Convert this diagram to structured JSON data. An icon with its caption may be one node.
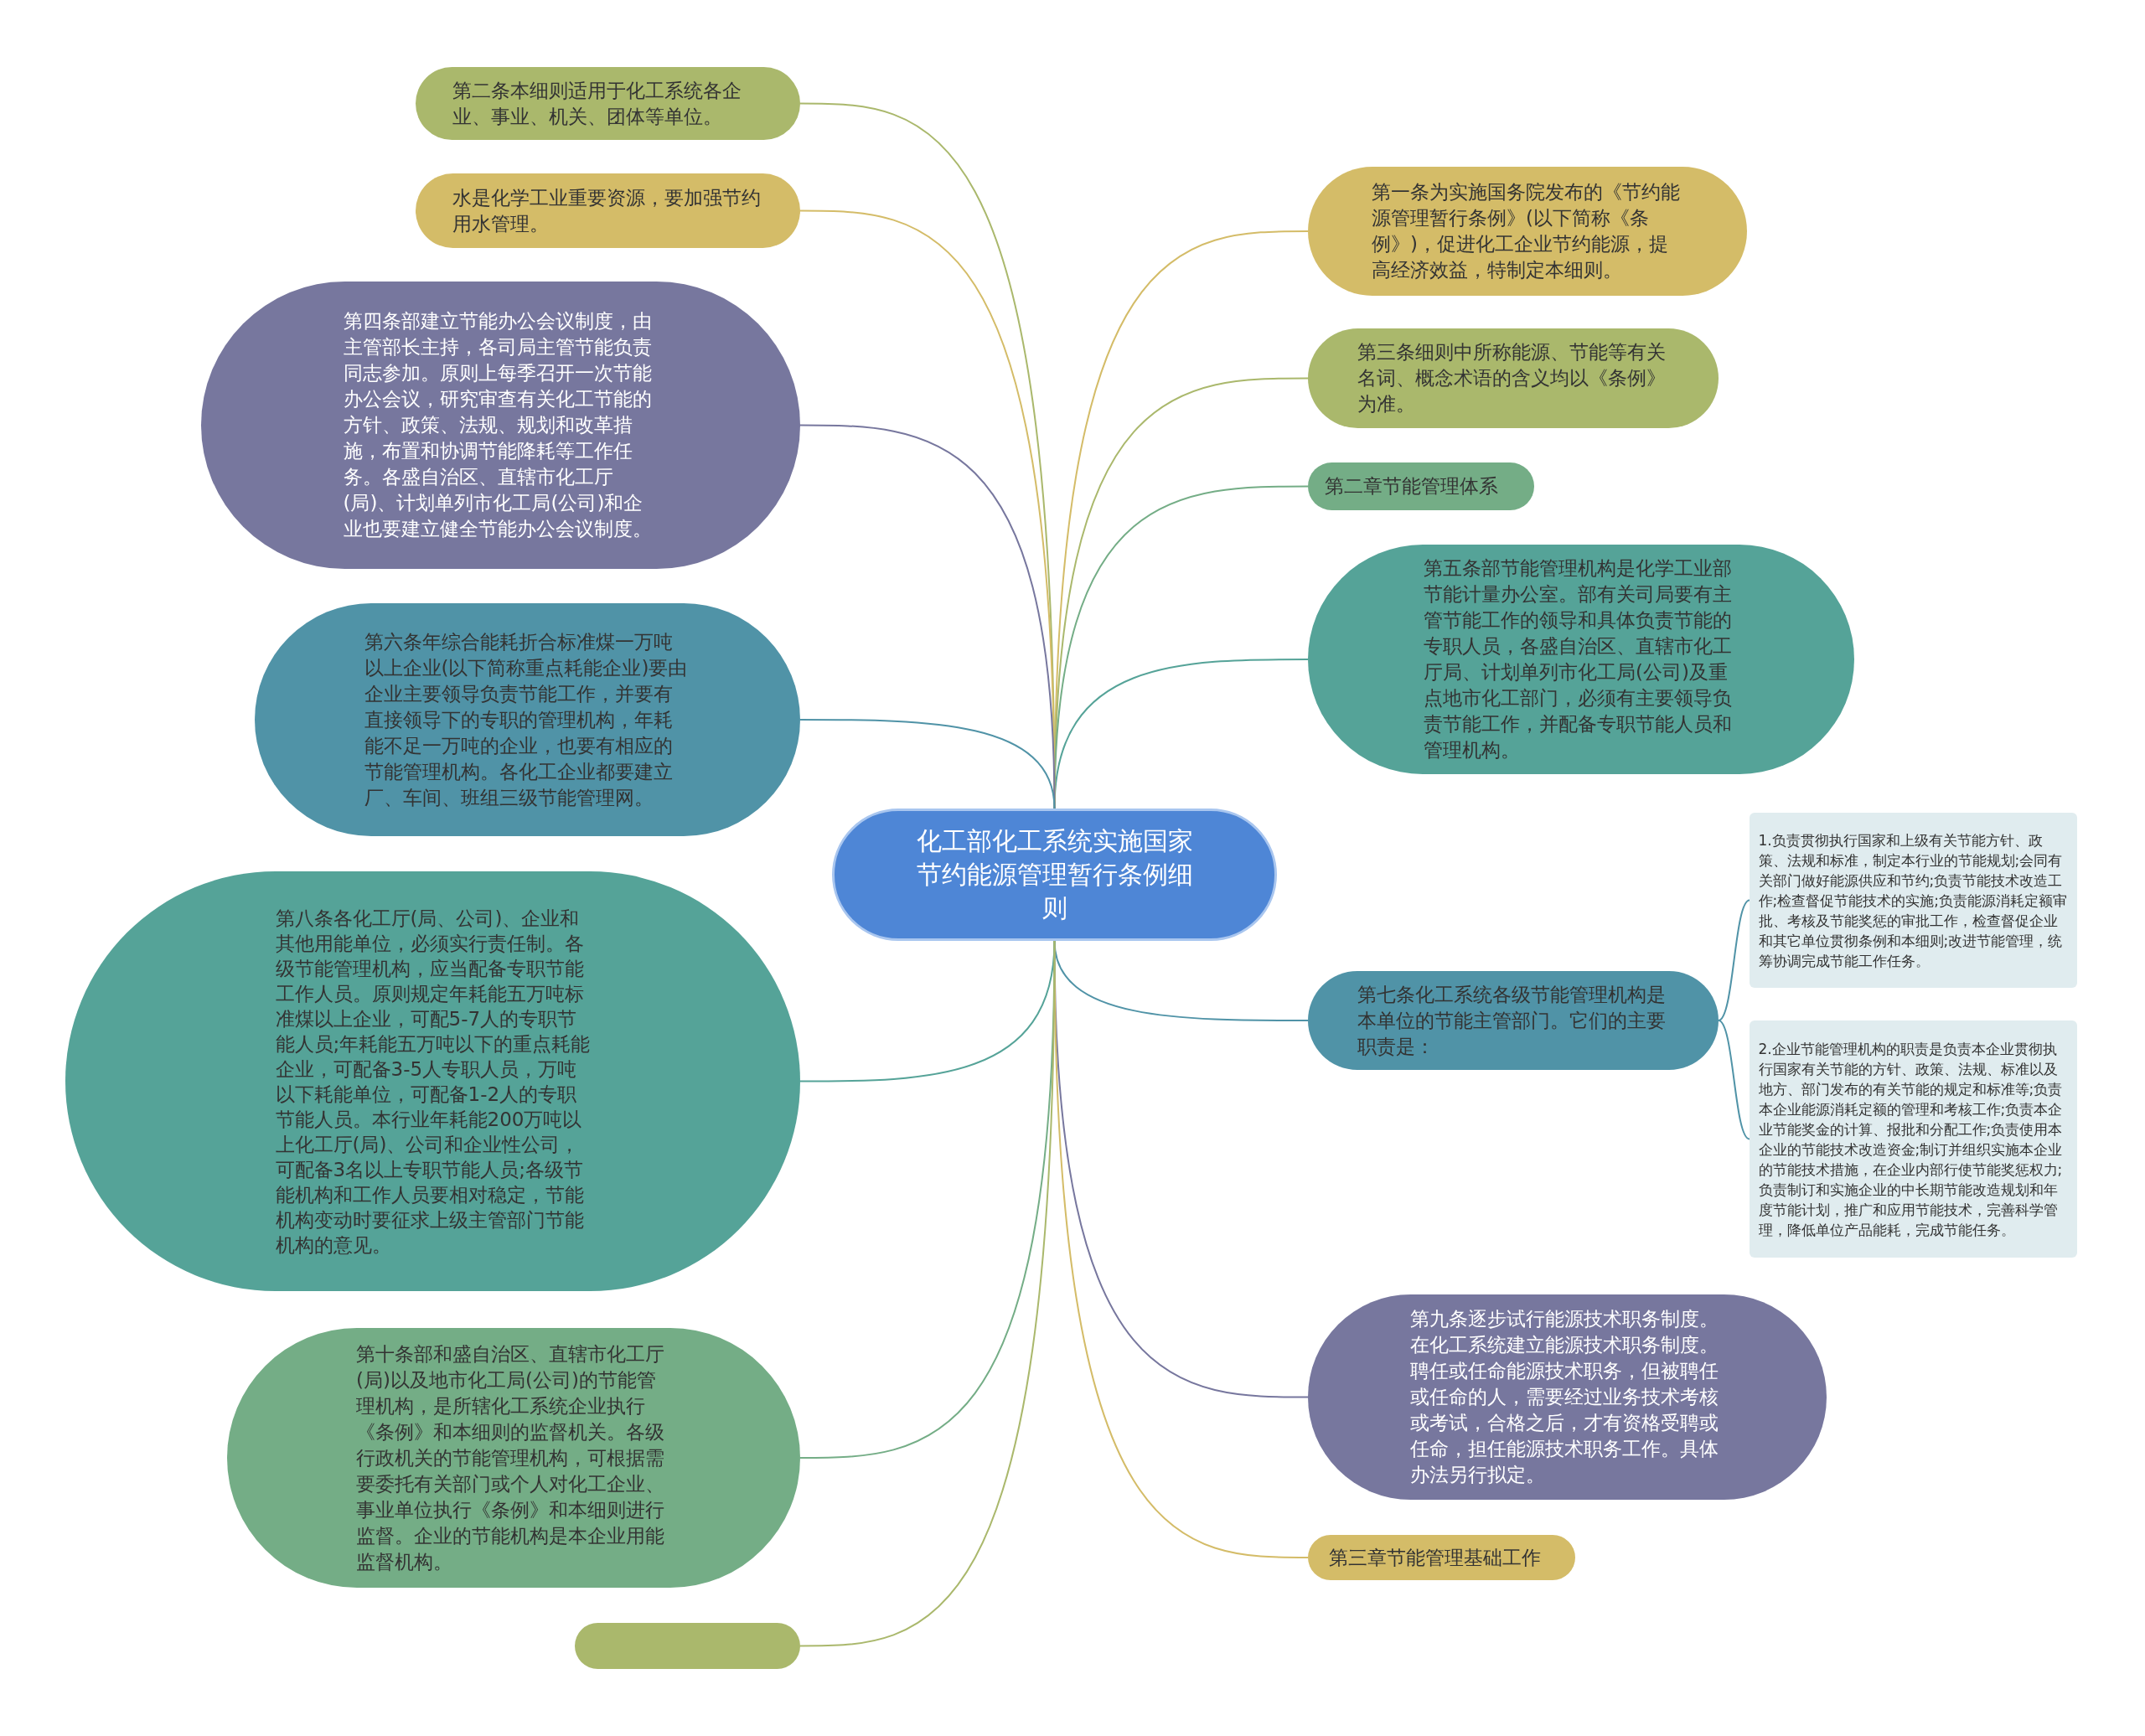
{
  "diagram": {
    "nodes": [
      {
        "text": [
          "化工部化工系统实施国家节约能源管理暂行条例细则"
        ]
      },
      {
        "text": [
          "第一条为实施国务院发布的《节约能源管理暂行条例》(以下简称《条例》)，促进化工企业节约能源，提高经济效益，特制定本细则。"
        ]
      },
      {
        "text": [
          "第三条细则中所称能源、节能等有关名词、概念术语的含义均以《条例》为准。"
        ]
      },
      {
        "text": [
          "第二章节能管理体系"
        ]
      },
      {
        "text": [
          "第五条部节能管理机构是化学工业部节能计量办公室。部有关司局要有主管节能工作的领导和具体负责节能的专职人员，各盛自治区、直辖市化工厅局、计划单列市化工局(公司)及重点地市化工部门，必须有主要领导负责节能工作，并配备专职节能人员和管理机构。"
        ]
      },
      {
        "text": [
          "第七条化工系统各级节能管理机构是本单位的节能主管部门。它们的主要职责是："
        ]
      },
      {
        "text": [
          "1.负责贯彻执行国家和上级有关节能方针、政策、法规和标准，制定本行业的节能规划;会同有关部门做好能源供应和节约;负责节能技术改造工作;检查督促节能技术的实施;负责能源消耗定额审批、考核及节能奖惩的审批工作，检查督促企业和其它单位贯彻条例和本细则;改进节能管理，统筹协调完成节能工作任务。"
        ]
      },
      {
        "text": [
          "2.企业节能管理机构的职责是负责本企业贯彻执行国家有关节能的方针、政策、法规、标准以及地方、部门发布的有关节能的规定和标准等;负责本企业能源消耗定额的管理和考核工作;负责本企业节能奖金的计算、报批和分配工作;负责使用本企业的节能技术改造资金;制订并组织实施本企业的节能技术措施，在企业内部行使节能奖惩权力;负责制订和实施企业的中长期节能改造规划和年度节能计划，推广和应用节能技术，完善科学管理，降低单位产品能耗，完成节能任务。"
        ]
      },
      {
        "text": [
          "第九条逐步试行能源技术职务制度。在化工系统建立能源技术职务制度。聘任或任命能源技术职务，但被聘任或任命的人，需要经过业务技术考核或考试，合格之后，才有资格受聘或任命，担任能源技术职务工作。具体办法另行拟定。"
        ]
      },
      {
        "text": [
          "第三章节能管理基础工作"
        ]
      },
      {
        "text": [
          "第二条本细则适用于化工系统各企业、事业、机关、团体等单位。"
        ]
      },
      {
        "text": [
          "水是化学工业重要资源，要加强节约用水管理。"
        ]
      },
      {
        "text": [
          "第四条部建立节能办公会议制度，由主管部长主持，各司局主管节能负责同志参加。原则上每季召开一次节能办公会议，研究审查有关化工节能的方针、政策、法规、规划和改革措施，布置和协调节能降耗等工作任务。各盛自治区、直辖市化工厅(局)、计划单列市化工局(公司)和企业也要建立健全节能办公会议制度。"
        ]
      },
      {
        "text": [
          "第六条年综合能耗折合标准煤一万吨以上企业(以下简称重点耗能企业)要由企业主要领导负责节能工作，并要有直接领导下的专职的管理机构，年耗能不足一万吨的企业，也要有相应的节能管理机构。各化工企业都要建立厂、车间、班组三级节能管理网。"
        ]
      },
      {
        "text": [
          "第八条各化工厅(局、公司)、企业和其他用能单位，必须实行责任制。各级节能管理机构，应当配备专职节能工作人员。原则规定年耗能五万吨标准煤以上企业，可配5-7人的专职节能人员;年耗能五万吨以下的重点耗能企业，可配备3-5人专职人员，万吨以下耗能单位，可配备1-2人的专职节能人员。本行业年耗能200万吨以上化工厅(局)、公司和企业性公司，可配备3名以上专职节能人员;各级节能机构和工作人员要相对稳定，节能机构变动时要征求上级主管部门节能机构的意见。"
        ]
      },
      {
        "text": [
          "第十条部和盛自治区、直辖市化工厅(局)以及地市化工局(公司)的节能管理机构，是所辖化工系统企业执行《条例》和本细则的监督机关。各级行政机关的节能管理机构，可根据需要委托有关部门或个人对化工企业、事业单位执行《条例》和本细则进行监督。企业的节能机构是本企业用能监督机构。"
        ]
      },
      {
        "text": [],
        "shape": "box"
      }
    ],
    "edges": [
      {
        "from": 0,
        "to": 1,
        "arrow": "none",
        "color": "#d4bc68"
      },
      {
        "from": 0,
        "to": 2,
        "arrow": "none",
        "color": "#aab86c"
      },
      {
        "from": 0,
        "to": 3,
        "arrow": "none",
        "color": "#74ad86"
      },
      {
        "from": 0,
        "to": 4,
        "arrow": "none",
        "color": "#55a398"
      },
      {
        "from": 0,
        "to": 5,
        "arrow": "none",
        "color": "#5093a7"
      },
      {
        "from": 5,
        "to": 6,
        "arrow": "none",
        "color": "#5093a7"
      },
      {
        "from": 5,
        "to": 7,
        "arrow": "none",
        "color": "#5093a7"
      },
      {
        "from": 0,
        "to": 8,
        "arrow": "none",
        "color": "#77779e"
      },
      {
        "from": 0,
        "to": 9,
        "arrow": "none",
        "color": "#d4bc68"
      },
      {
        "from": 0,
        "to": 10,
        "arrow": "none",
        "color": "#aab86c"
      },
      {
        "from": 0,
        "to": 11,
        "arrow": "none",
        "color": "#d4bc68"
      },
      {
        "from": 0,
        "to": 12,
        "arrow": "none",
        "color": "#77779e"
      },
      {
        "from": 0,
        "to": 13,
        "arrow": "none",
        "color": "#5093a7"
      },
      {
        "from": 0,
        "to": 14,
        "arrow": "none",
        "color": "#55a398"
      },
      {
        "from": 0,
        "to": 15,
        "arrow": "none",
        "color": "#74ad86"
      },
      {
        "from": 0,
        "to": 16,
        "arrow": "none",
        "color": "#aab86c"
      }
    ]
  }
}
